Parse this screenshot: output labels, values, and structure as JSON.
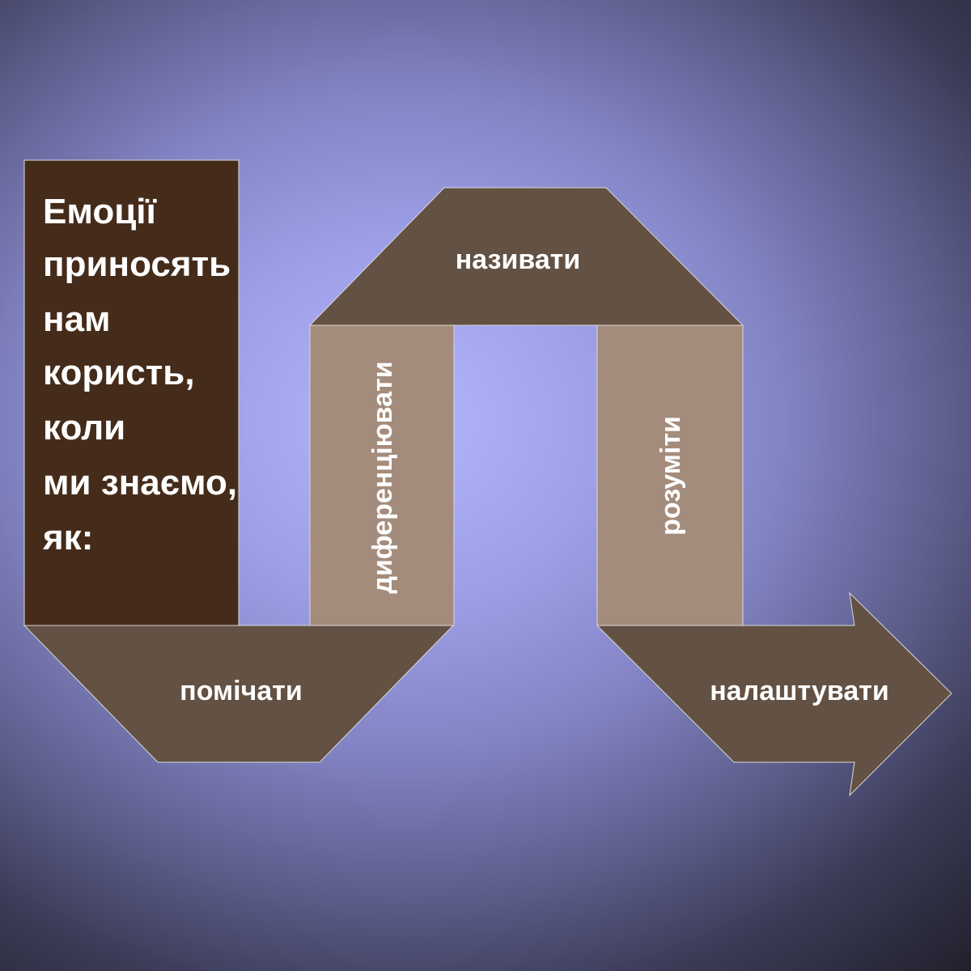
{
  "intro": {
    "lines": [
      "Емоції",
      "приносять",
      "нам",
      "користь,",
      "коли",
      "ми знаємо,",
      "як:"
    ]
  },
  "steps": {
    "notice": "помічати",
    "differentiate": "диференціювати",
    "name": "називати",
    "understand": "розуміти",
    "adjust": "налаштувати"
  },
  "colors": {
    "intro_box": "#452c1a",
    "horizontal_step": "#635143",
    "vertical_step": "#a48c7c",
    "text": "#ffffff",
    "background_glow": "#b3b5ff"
  }
}
